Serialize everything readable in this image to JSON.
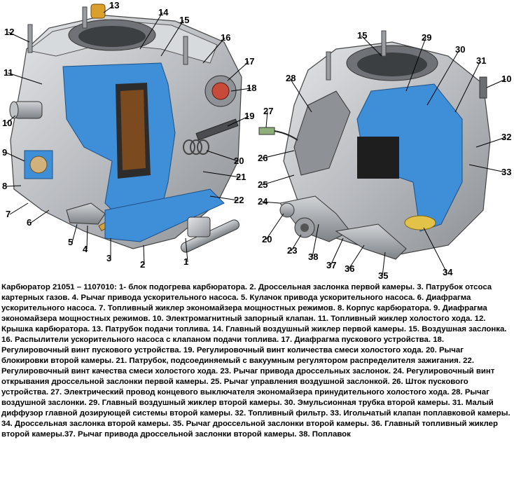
{
  "figure": {
    "left_labels": [
      "1",
      "2",
      "3",
      "4",
      "5",
      "6",
      "7",
      "8",
      "9",
      "10",
      "11",
      "12",
      "13",
      "14",
      "15",
      "16",
      "17",
      "18",
      "19",
      "20",
      "21",
      "22"
    ],
    "right_labels": [
      "10",
      "15",
      "20",
      "23",
      "24",
      "25",
      "26",
      "27",
      "28",
      "29",
      "30",
      "31",
      "32",
      "33",
      "34",
      "35",
      "36",
      "37",
      "38"
    ]
  },
  "caption": "Карбюратор 21051 – 1107010: 1- блок подогрева карбюратора. 2. Дроссельная заслонка первой камеры. 3. Патрубок отсоса картерных газов. 4. Рычаг привода ускорительного насоса. 5. Кулачок привода ускорительного насоса. 6. Диафрагма ускорительного насоса. 7. Топливный жиклер экономайзера мощностных режимов. 8. Корпус карбюратора. 9. Диафрагма экономайзера мощностных режимов. 10. Электромагнитный запорный клапан. 11. Топливный жиклер холостого хода. 12. Крышка карбюратора. 13. Патрубок подачи топлива. 14. Главный воздушный жиклер первой камеры. 15. Воздушная заслонка. 16. Распылители ускорительного насоса с клапаном подачи топлива. 17. Диафрагма пускового устройства. 18. Регулировочный винт пускового устройства. 19. Регулировочный винт количества смеси холостого хода. 20. Рычаг блокировки второй камеры. 21. Патрубок, подсоединяемый с вакуумным регулятором распределителя зажигания. 22. Регулировочный винт качества смеси холостого хода. 23. Рычаг привода дроссельных заслонок. 24. Регулировочный винт открывания дроссельной заслонки первой камеры. 25. Рычаг управления воздушной заслонкой. 26. Шток пускового устройства. 27. Электрический провод концевого выключателя экономайзера принудительного холостого хода. 28. Рычаг воздушной заслонки. 29. Главный воздушный жиклер второй камеры. 30. Эмульсионная трубка второй камеры. 31. Малый диффузор главной дозирующей системы второй камеры. 32. Топливный фильтр. 33. Игольчатый клапан поплавковой камеры. 34. Дроссельная заслонка второй камеры. 35. Рычаг дроссельной заслонки второй камеры. 36. Главный топливный жиклер второй камеры.37. Рычаг привода дроссельной заслонки второй камеры. 38. Поплавок"
}
